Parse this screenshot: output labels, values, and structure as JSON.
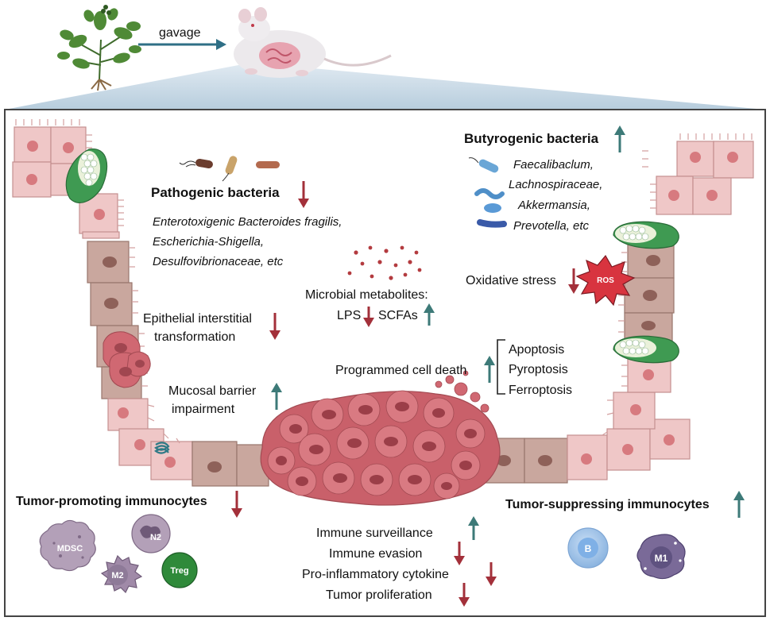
{
  "header": {
    "gavage": "gavage"
  },
  "pathogenic": {
    "title": "Pathogenic bacteria",
    "lines": [
      "Enterotoxigenic Bacteroides fragilis,",
      "Escherichia-Shigella,",
      "Desulfovibrionaceae, etc"
    ]
  },
  "butyrogenic": {
    "title": "Butyrogenic bacteria",
    "lines": [
      "Faecalibaclum,",
      "Lachnospiraceae,",
      "Akkermansia,",
      "Prevotella, etc"
    ]
  },
  "metabolites": {
    "title": "Microbial metabolites:",
    "lps": "LPS",
    "scfas": "SCFAs"
  },
  "oxidative": {
    "label": "Oxidative stress",
    "ros": "ROS"
  },
  "epithelial": [
    "Epithelial interstitial",
    "transformation"
  ],
  "mucosal": [
    "Mucosal barrier",
    "impairment"
  ],
  "pcd": {
    "label": "Programmed cell death",
    "types": [
      "Apoptosis",
      "Pyroptosis",
      "Ferroptosis"
    ]
  },
  "immuno": {
    "promoting": "Tumor-promoting immunocytes",
    "suppressing": "Tumor-suppressing immunocytes",
    "cells": {
      "mdsc": "MDSC",
      "n2": "N2",
      "m2": "M2",
      "treg": "Treg",
      "b": "B",
      "m1": "M1"
    }
  },
  "outcomes": [
    {
      "label": "Immune surveillance",
      "direction": "up"
    },
    {
      "label": "Immune evasion",
      "direction": "down"
    },
    {
      "label": "Pro-inflammatory cytokine",
      "direction": "down"
    },
    {
      "label": "Tumor proliferation",
      "direction": "down"
    }
  ],
  "colors": {
    "up": "#3d7a78",
    "down": "#a3303a",
    "frame": "#444444",
    "tumor": "#c9606a",
    "cell_pink": "#efc7c7",
    "cell_brown": "#c9a79e",
    "goblet": "#3f9a52"
  }
}
